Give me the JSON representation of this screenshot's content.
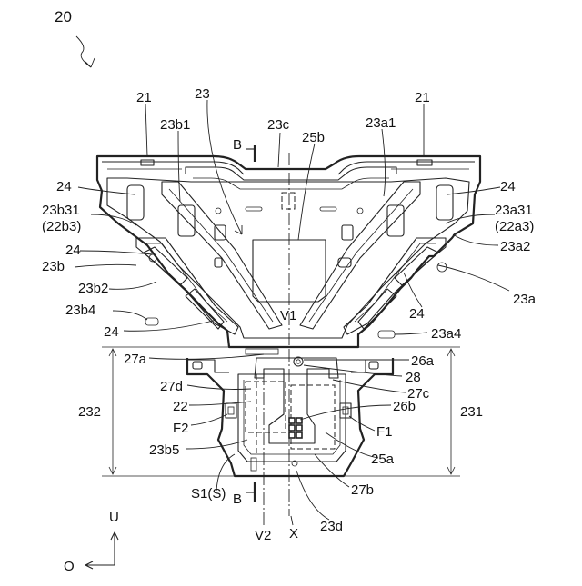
{
  "figure": {
    "number": "20",
    "labels": [
      {
        "id": "21-left",
        "text": "21"
      },
      {
        "id": "23",
        "text": "23"
      },
      {
        "id": "23c",
        "text": "23c"
      },
      {
        "id": "23a1",
        "text": "23a1"
      },
      {
        "id": "21-right",
        "text": "21"
      },
      {
        "id": "23b1",
        "text": "23b1"
      },
      {
        "id": "B-top",
        "text": "B"
      },
      {
        "id": "25b",
        "text": "25b"
      },
      {
        "id": "24-tl",
        "text": "24"
      },
      {
        "id": "24-tr",
        "text": "24"
      },
      {
        "id": "23b31",
        "text": "23b31"
      },
      {
        "id": "22b3",
        "text": "(22b3)"
      },
      {
        "id": "23a31",
        "text": "23a31"
      },
      {
        "id": "22a3",
        "text": "(22a3)"
      },
      {
        "id": "24-ml",
        "text": "24"
      },
      {
        "id": "23a2",
        "text": "23a2"
      },
      {
        "id": "23b",
        "text": "23b"
      },
      {
        "id": "23a",
        "text": "23a"
      },
      {
        "id": "23b2",
        "text": "23b2"
      },
      {
        "id": "24-mr",
        "text": "24"
      },
      {
        "id": "23b4",
        "text": "23b4"
      },
      {
        "id": "V1",
        "text": "V1"
      },
      {
        "id": "24-ll",
        "text": "24"
      },
      {
        "id": "23a4",
        "text": "23a4"
      },
      {
        "id": "27a",
        "text": "27a"
      },
      {
        "id": "26a",
        "text": "26a"
      },
      {
        "id": "28",
        "text": "28"
      },
      {
        "id": "27d",
        "text": "27d"
      },
      {
        "id": "27c",
        "text": "27c"
      },
      {
        "id": "232",
        "text": "232"
      },
      {
        "id": "22",
        "text": "22"
      },
      {
        "id": "26b",
        "text": "26b"
      },
      {
        "id": "231",
        "text": "231"
      },
      {
        "id": "F2",
        "text": "F2"
      },
      {
        "id": "F1",
        "text": "F1"
      },
      {
        "id": "23b5",
        "text": "23b5"
      },
      {
        "id": "25a",
        "text": "25a"
      },
      {
        "id": "S1S",
        "text": "S1(S)"
      },
      {
        "id": "27b",
        "text": "27b"
      },
      {
        "id": "B-bottom",
        "text": "B"
      },
      {
        "id": "23d",
        "text": "23d"
      },
      {
        "id": "V2",
        "text": "V2"
      },
      {
        "id": "X",
        "text": "X"
      },
      {
        "id": "U",
        "text": "U"
      },
      {
        "id": "O",
        "text": "O"
      }
    ]
  }
}
